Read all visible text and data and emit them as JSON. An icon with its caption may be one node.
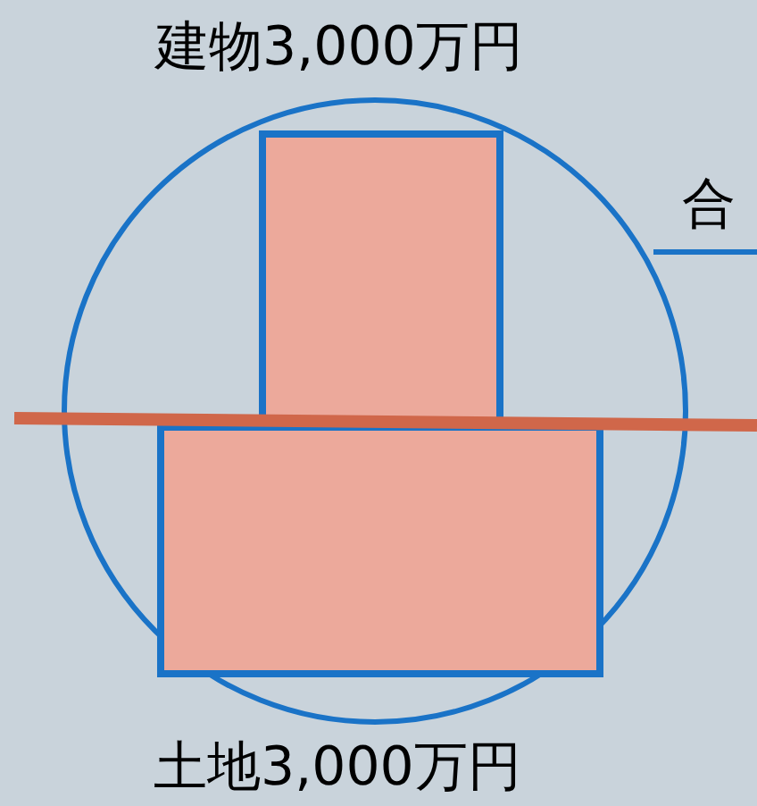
{
  "diagram": {
    "nodes": [
      {
        "text": [
          "建物3,000万円"
        ]
      },
      {
        "text": [
          "土地3,000万円"
        ]
      }
    ],
    "labels": [
      "合"
    ]
  }
}
